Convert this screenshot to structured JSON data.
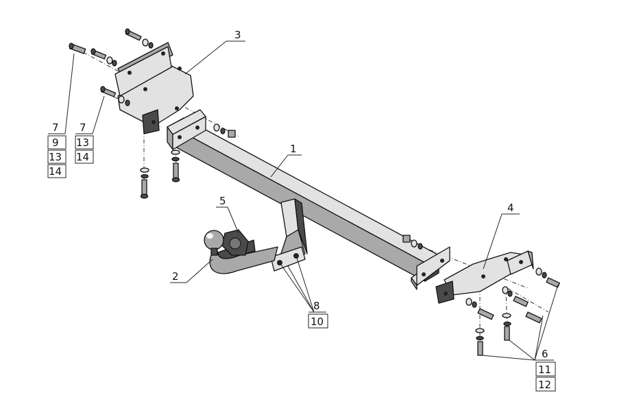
{
  "labels": {
    "part_1": "1",
    "part_2": "2",
    "part_3": "3",
    "part_4": "4",
    "part_5": "5",
    "left_group_a": [
      "7",
      "9",
      "13",
      "14"
    ],
    "left_group_b": [
      "7",
      "13",
      "14"
    ],
    "center_group": [
      "8",
      "10"
    ],
    "right_group": [
      "6",
      "11",
      "12"
    ]
  }
}
